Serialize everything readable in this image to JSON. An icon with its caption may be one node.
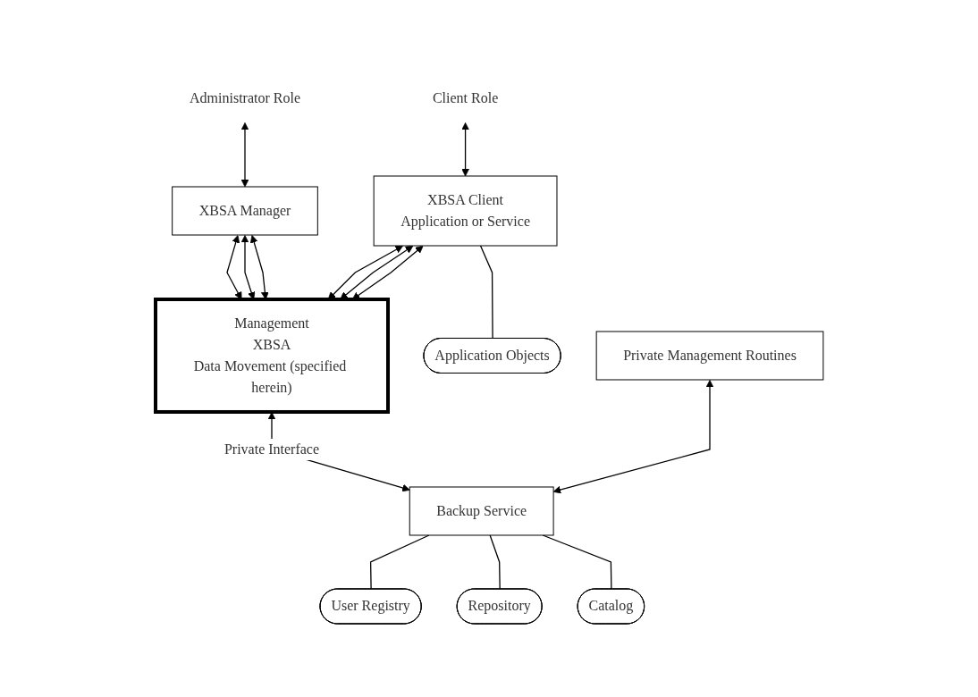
{
  "diagram": {
    "nodes": [
      {
        "text": [
          "Administrator Role"
        ]
      },
      {
        "text": [
          "Client Role"
        ]
      },
      {
        "text": [
          "XBSA Manager"
        ]
      },
      {
        "text": [
          "XBSA Client",
          "Application or Service"
        ]
      },
      {
        "text": [
          "Management",
          "XBSA",
          "Data Movement (specified herein)"
        ]
      },
      {
        "text": [
          "Application Objects"
        ]
      },
      {
        "text": [
          "Private Management Routines"
        ]
      },
      {
        "text": [
          "Backup Service"
        ]
      },
      {
        "text": [
          "User Registry"
        ]
      },
      {
        "text": [
          "Repository"
        ]
      },
      {
        "text": [
          "Catalog"
        ]
      }
    ],
    "edges": [
      {
        "from": 0,
        "to": 2,
        "arrow": "both"
      },
      {
        "from": 1,
        "to": 3,
        "arrow": "both"
      },
      {
        "from": 2,
        "to": 4,
        "arrow": "both"
      },
      {
        "from": 2,
        "to": 4,
        "arrow": "both"
      },
      {
        "from": 2,
        "to": 4,
        "arrow": "both"
      },
      {
        "from": 3,
        "to": 4,
        "arrow": "both"
      },
      {
        "from": 3,
        "to": 4,
        "arrow": "both"
      },
      {
        "from": 3,
        "to": 4,
        "arrow": "both"
      },
      {
        "from": 3,
        "to": 5,
        "arrow": "none"
      },
      {
        "from": 4,
        "to": 7,
        "arrow": "both",
        "label": "Private Interface"
      },
      {
        "from": 6,
        "to": 7,
        "arrow": "both"
      },
      {
        "from": 7,
        "to": 8,
        "arrow": "none"
      },
      {
        "from": 7,
        "to": 9,
        "arrow": "none"
      },
      {
        "from": 7,
        "to": 10,
        "arrow": "none"
      }
    ]
  }
}
